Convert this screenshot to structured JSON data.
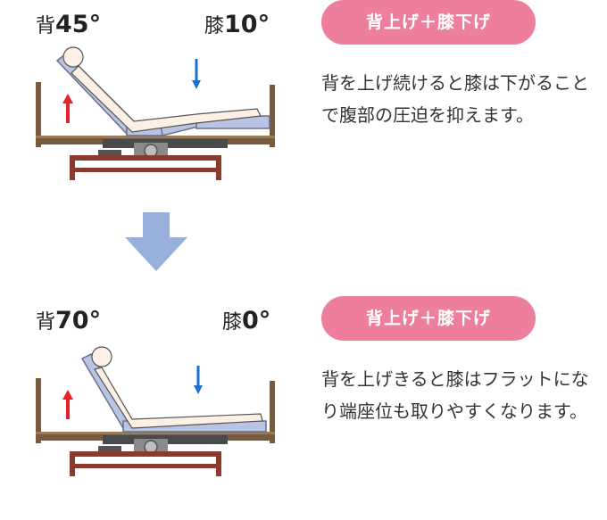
{
  "states": [
    {
      "back_label": "背",
      "back_angle": "45°",
      "knee_label": "膝",
      "knee_angle": "10°",
      "badge": "背上げ＋膝下げ",
      "description": "背を上げ続けると膝は下がることで腹部の圧迫を抑えます。"
    },
    {
      "back_label": "背",
      "back_angle": "70°",
      "knee_label": "膝",
      "knee_angle": "0°",
      "badge": "背上げ＋膝下げ",
      "description": "背を上げきると膝はフラットになり端座位も取りやすくなります。"
    }
  ],
  "colors": {
    "badge": "#ee7f9c",
    "bed_frame": "#7a5a3c",
    "mattress": "#b9c3e3",
    "arrow_up": "#e8212b",
    "arrow_down": "#1f6fd0",
    "flow_arrow": "#9ab0dc"
  },
  "icons": {
    "flow": "down-arrow-icon",
    "raise": "up-arrow-icon",
    "lower": "down-arrow-icon"
  }
}
